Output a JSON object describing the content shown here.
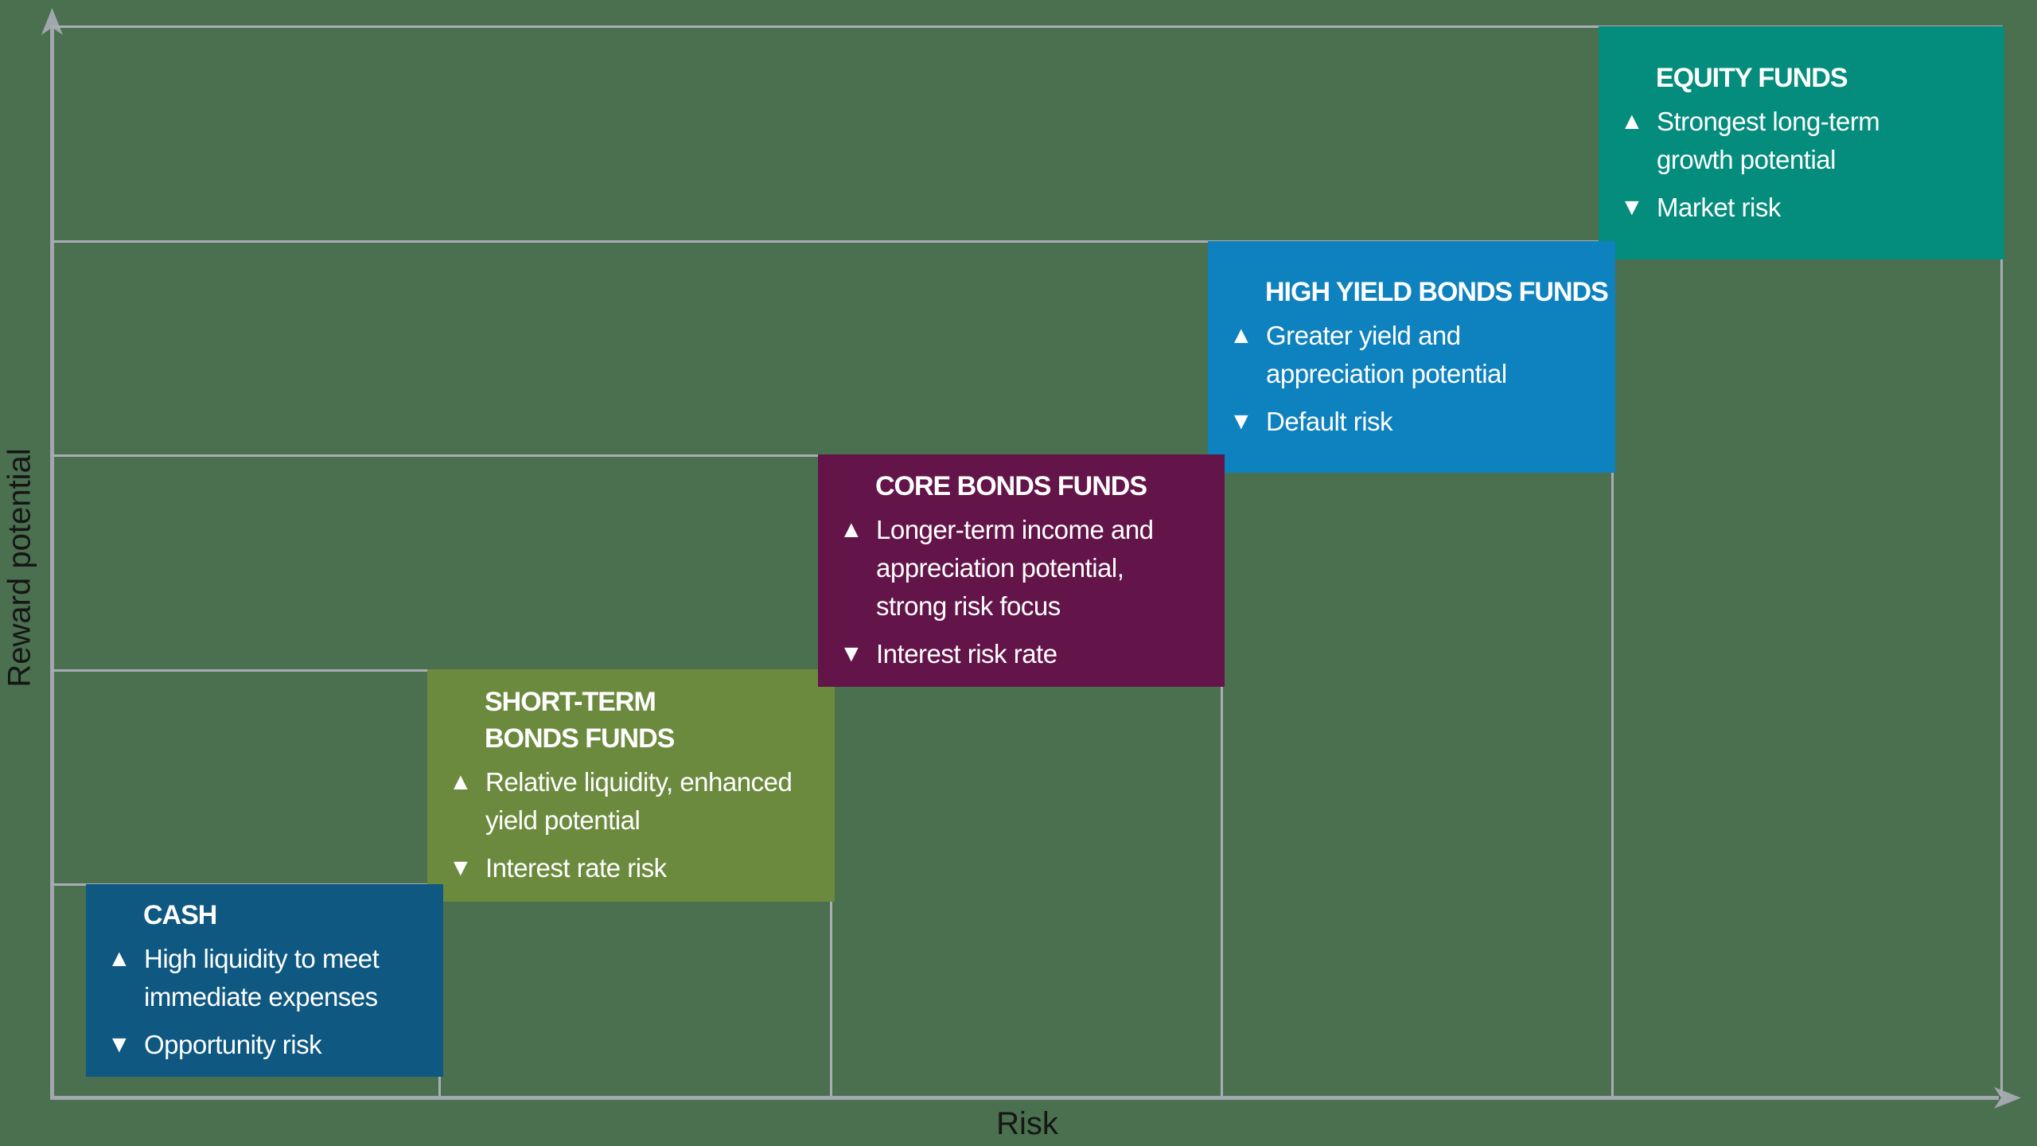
{
  "colors": {
    "background": "#4A704F",
    "grid": "#A9ADB4",
    "axis": "#A2A6AD",
    "axis_label_text": "#161616",
    "box_text": "#FFFFFF"
  },
  "axes": {
    "x_label": "Risk",
    "y_label": "Reward potential"
  },
  "boxes": [
    {
      "id": "cash",
      "title": "CASH",
      "color": "#0E5881",
      "bullets": [
        {
          "icon": "▲",
          "text": "High liquidity to meet\nimmediate expenses"
        },
        {
          "icon": "▼",
          "text": "Opportunity risk"
        }
      ]
    },
    {
      "id": "short-term-bonds",
      "title": "SHORT-TERM\nBONDS FUNDS",
      "color": "#6C8A3E",
      "bullets": [
        {
          "icon": "▲",
          "text": "Relative liquidity, enhanced\nyield potential"
        },
        {
          "icon": "▼",
          "text": "Interest rate risk"
        }
      ]
    },
    {
      "id": "core-bonds",
      "title": "CORE BONDS FUNDS",
      "color": "#63154A",
      "bullets": [
        {
          "icon": "▲",
          "text": "Longer-term income and\nappreciation potential,\nstrong risk focus"
        },
        {
          "icon": "▼",
          "text": "Interest risk rate"
        }
      ]
    },
    {
      "id": "high-yield-bonds",
      "title": "HIGH YIELD BONDS FUNDS",
      "color": "#0E81BF",
      "bullets": [
        {
          "icon": "▲",
          "text": "Greater yield and\nappreciation potential"
        },
        {
          "icon": "▼",
          "text": "Default risk"
        }
      ]
    },
    {
      "id": "equity",
      "title": "EQUITY FUNDS",
      "color": "#048C7D",
      "bullets": [
        {
          "icon": "▲",
          "text": "Strongest long-term\ngrowth potential"
        },
        {
          "icon": "▼",
          "text": "Market risk"
        }
      ]
    }
  ]
}
